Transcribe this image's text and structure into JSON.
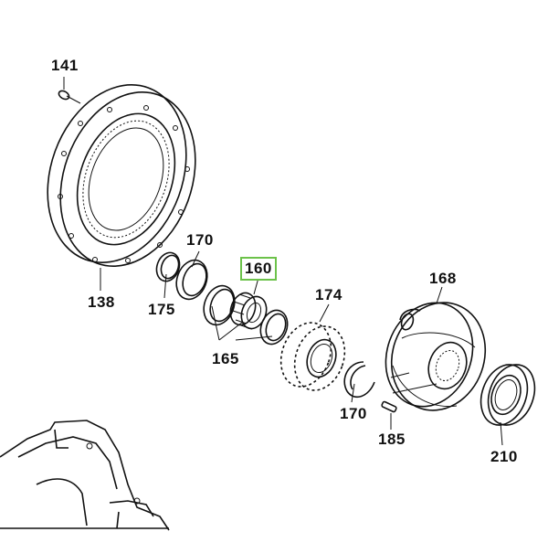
{
  "diagram": {
    "highlight_color": "#6cc24a",
    "labels": {
      "p141": "141",
      "p170a": "170",
      "p160": "160",
      "p174": "174",
      "p168": "168",
      "p138": "138",
      "p175": "175",
      "p165": "165",
      "p170b": "170",
      "p185": "185",
      "p210": "210"
    }
  }
}
